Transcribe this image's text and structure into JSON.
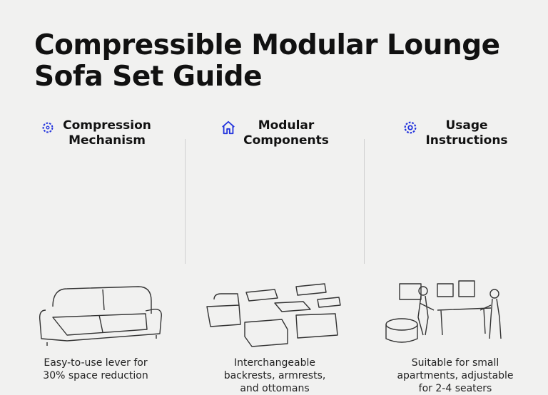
{
  "title_line1": "Compressible Modular Lounge",
  "title_line2": "Sofa Set Guide",
  "accent": "#2233dd",
  "columns": [
    {
      "icon": "gear-icon",
      "heading1": "Compression",
      "heading2": "Mechanism",
      "desc1": "Easy-to-use lever for",
      "desc2": "30% space reduction",
      "desc3": ""
    },
    {
      "icon": "home-icon",
      "heading1": "Modular",
      "heading2": "Components",
      "desc1": "Interchangeable",
      "desc2": "backrests, armrests,",
      "desc3": "and ottomans"
    },
    {
      "icon": "settings-icon",
      "heading1": "Usage",
      "heading2": "Instructions",
      "desc1": "Suitable for small",
      "desc2": "apartments, adjustable",
      "desc3": "for 2-4 seaters"
    }
  ]
}
